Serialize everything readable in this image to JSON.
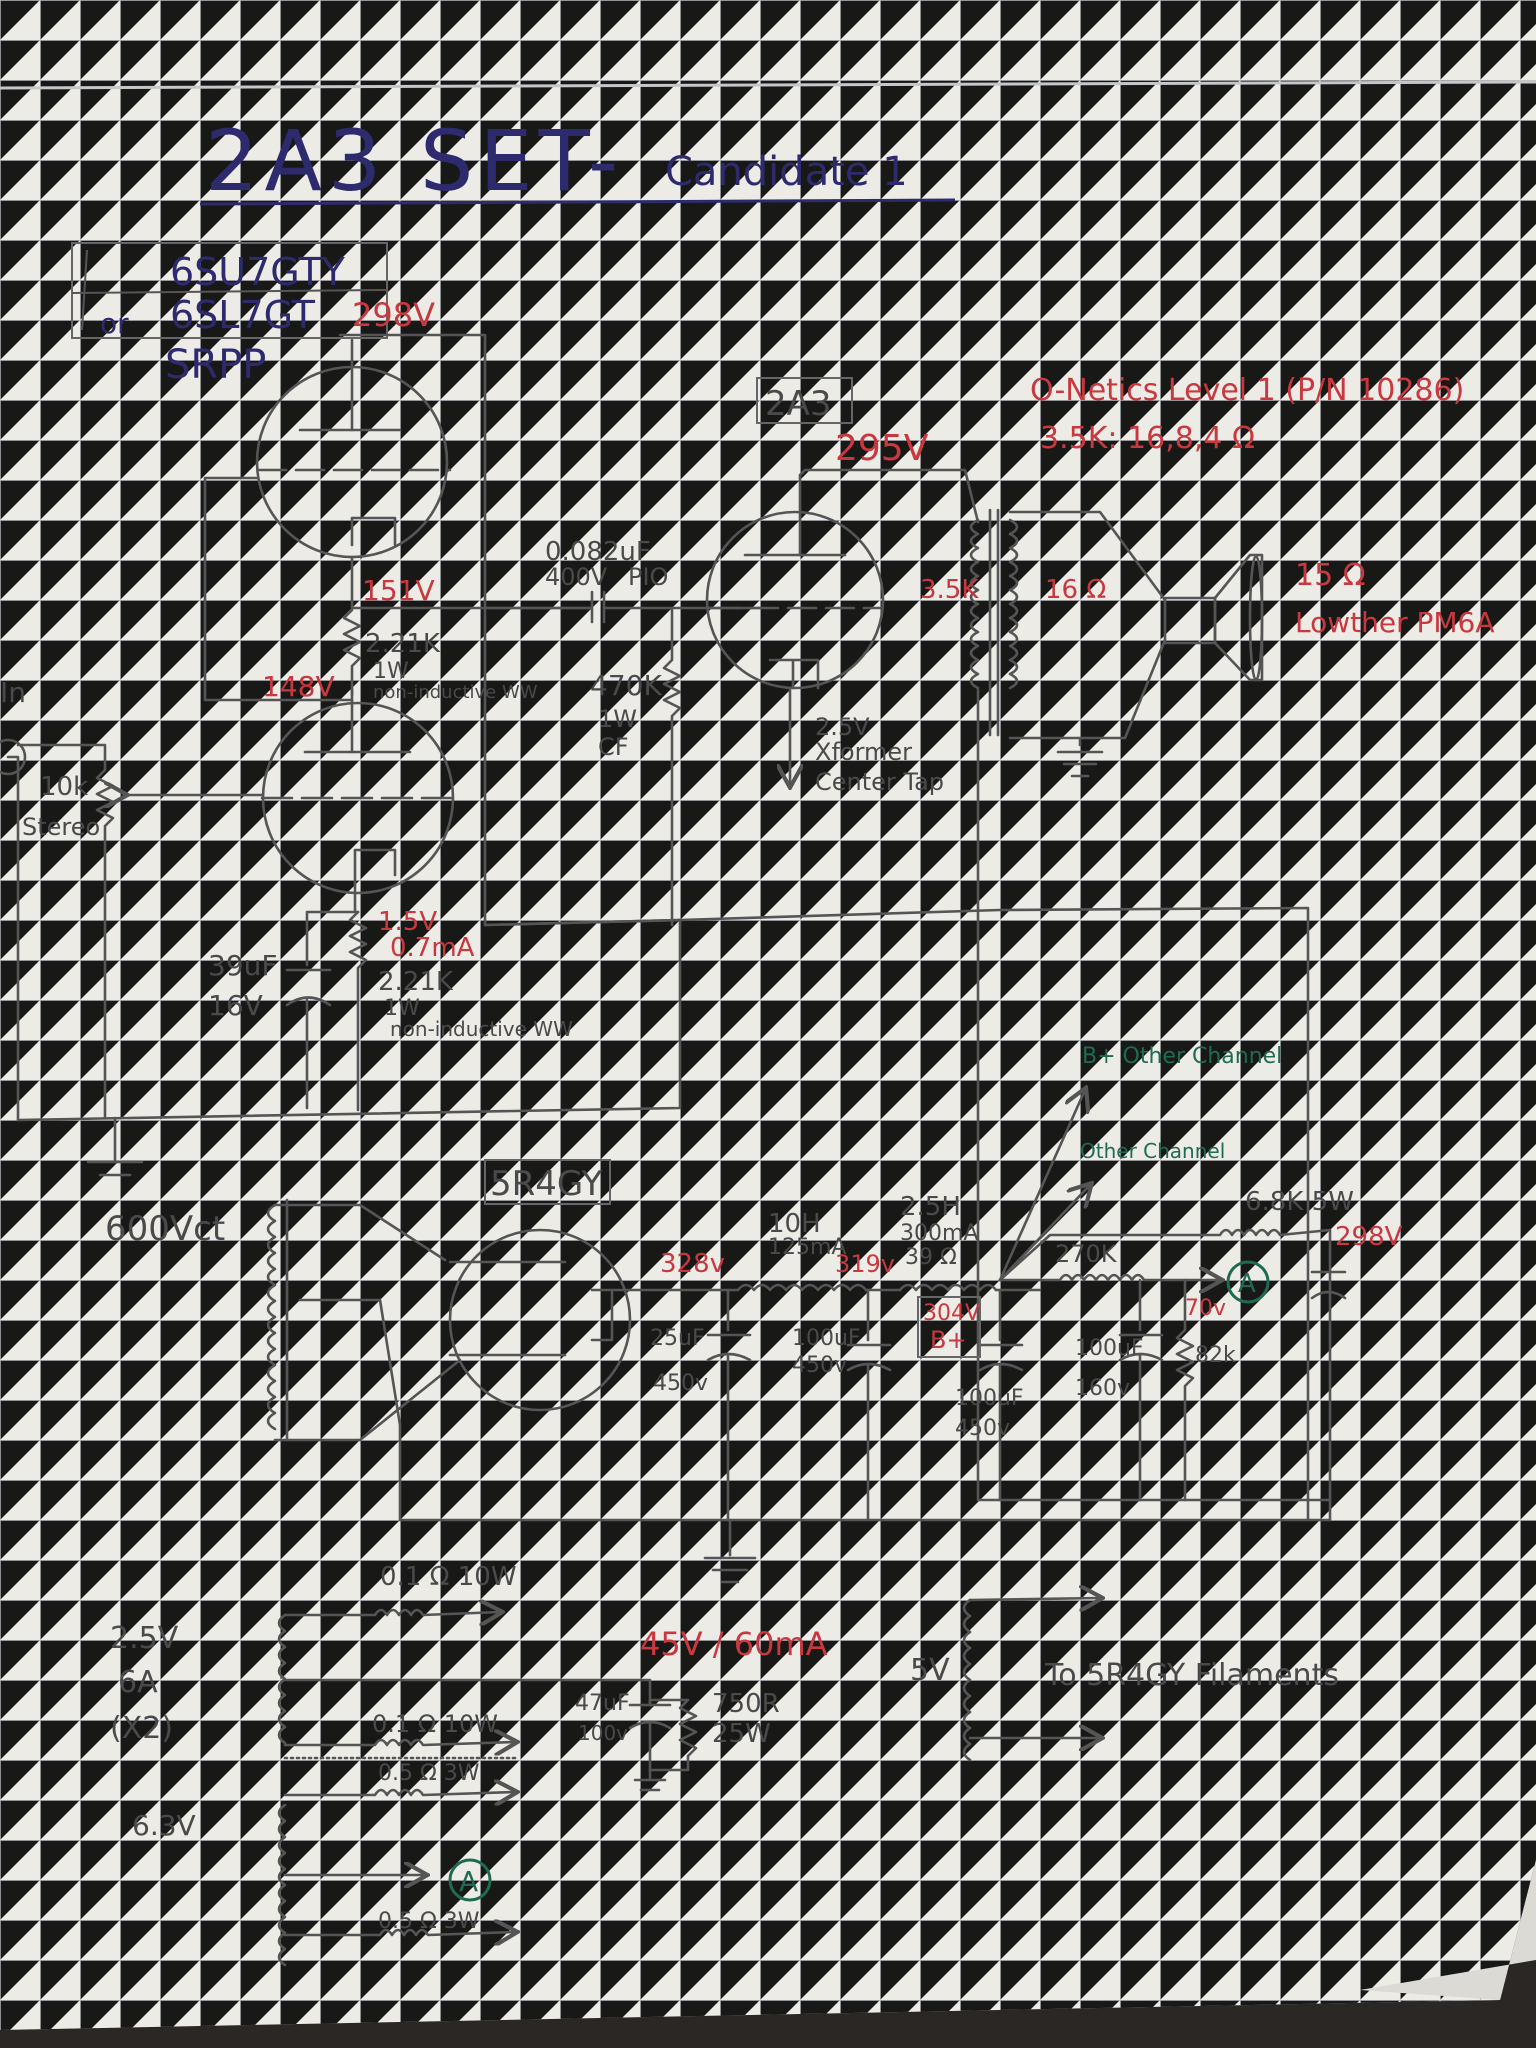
{
  "title": {
    "main": "2A3 SET-",
    "sub": "Candidate 1"
  },
  "driver": {
    "line1": "6SU7GTY",
    "line2_prefix": "or",
    "line2": "6SL7GT",
    "topology": "SRPP",
    "plate_voltage": "298V"
  },
  "driver_stage": {
    "midpoint_voltage": "151V",
    "upper_grid_voltage": "148V",
    "upper_resistor": "2.21K",
    "upper_resistor_power": "1W",
    "upper_resistor_type": "non-inductive WW",
    "cathode_voltage": "1.5V",
    "cathode_current": "0.7mA",
    "cathode_resistor": "2.21K",
    "cathode_resistor_power": "1W",
    "cathode_resistor_type": "non-inductive WW",
    "bypass_cap": "39uF",
    "bypass_cap_voltage": "16V"
  },
  "input": {
    "label": "In",
    "pot": "10k",
    "pot_type": "Stereo"
  },
  "coupling": {
    "cap": "0.082uF",
    "cap_voltage": "400V",
    "cap_type": "PIO",
    "grid_resistor": "470K",
    "grid_resistor_power": "1W",
    "grid_resistor_type": "CF"
  },
  "output_tube": {
    "name": "2A3",
    "plate_voltage": "295V",
    "filament_note_1": "2.5V",
    "filament_note_2": "Xformer",
    "filament_note_3": "Center Tap"
  },
  "transformer": {
    "model": "O-Netics Level 1 (P/N 10286)",
    "ratio": "3.5K: 16,8,4 Ω",
    "primary": "3.5K",
    "secondary": "16 Ω"
  },
  "speaker": {
    "impedance": "15 Ω",
    "model": "Lowther PM6A"
  },
  "power_supply": {
    "rectifier": "5R4GY",
    "ht_winding": "600Vct",
    "v_rect": "328v",
    "cap1": "25uF",
    "cap1_voltage": "450v",
    "choke1": "10H",
    "choke1_current": "125mA",
    "v_after_choke1": "319v",
    "cap2": "100uF",
    "cap2_voltage": "450v",
    "choke2": "2.5H",
    "choke2_current": "300mA",
    "choke2_dcr": "39 Ω",
    "b_plus_voltage": "304V",
    "b_plus_label": "B+",
    "cap3": "100uF",
    "cap3_voltage": "450v",
    "b_other_channel": "B+ Other Channel",
    "other_channel": "Other Channel",
    "bias_resistor": "270K",
    "bias_voltage": "70v",
    "cap4": "100uF",
    "cap4_voltage": "160v",
    "bleeder": "82k",
    "dropper": "6.8K 5W",
    "dropper_voltage": "298V",
    "node_marker": "A"
  },
  "heaters": {
    "winding1_voltage": "2.5V",
    "winding1_current": "6A",
    "winding1_count": "(X2)",
    "r1": "0.1 Ω 10W",
    "r2": "0.1 Ω 10W",
    "r3": "0.5 Ω 3W",
    "r4": "0.5 Ω 3W",
    "winding2_voltage": "6.3V",
    "dc_supply": "45V / 60mA",
    "filter_cap": "47uF",
    "filter_cap_voltage": "100v",
    "load_resistor": "750R",
    "load_resistor_power": "25W",
    "rect_fil_voltage": "5V",
    "rect_fil_note": "To 5R4GY Filaments",
    "node_marker": "A"
  }
}
